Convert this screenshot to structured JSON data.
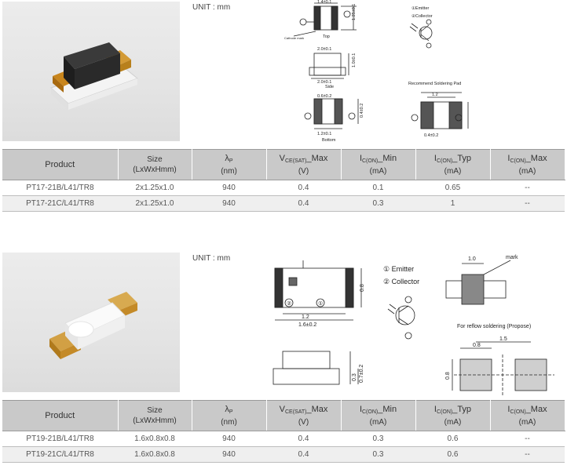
{
  "columns": {
    "product": "Product",
    "size_line1": "Size",
    "size_line2": "(LxWxHmm)",
    "lambda": "λ",
    "lambda_sub": "P",
    "lambda_unit": "(nm)",
    "vce_main": "V",
    "vce_sub": "CE(SAT)",
    "vce_suffix": "_Max",
    "vce_unit": "(V)",
    "icmin_main": "I",
    "icmin_sub": "C(ON)",
    "icmin_suffix": "_Min",
    "icmin_unit": "(mA)",
    "ictyp_main": "I",
    "ictyp_sub": "C(ON)",
    "ictyp_suffix": "_Typ",
    "ictyp_unit": "(mA)",
    "icmax_main": "I",
    "icmax_sub": "C(ON)",
    "icmax_suffix": "_Max",
    "icmax_unit": "(mA)"
  },
  "pt17": {
    "unit_label": "UNIT : mm",
    "drawing": {
      "legend_1": "①Emitter",
      "legend_2": "②Collector",
      "top_label": "Top",
      "side_label": "Side",
      "bottom_label": "Bottom",
      "pad_title": "Recommend Soldering Pad",
      "polarity": "Cathode mark",
      "dim_a": "1.4±0.1",
      "dim_b": "1.25±0.1",
      "dim_c": "2.0±0.1",
      "dim_d": "2.0±0.1",
      "dim_e": "1.0±0.1",
      "dim_f": "0.6±0.2",
      "dim_g": "1.2±0.1",
      "dim_h": "1.2",
      "dim_i": "0.4±0.2"
    },
    "rows": [
      {
        "product": "PT17-21B/L41/TR8",
        "size": "2x1.25x1.0",
        "lambda": "940",
        "vce": "0.4",
        "icmin": "0.1",
        "ictyp": "0.65",
        "icmax": "--"
      },
      {
        "product": "PT17-21C/L41/TR8",
        "size": "2x1.25x1.0",
        "lambda": "940",
        "vce": "0.4",
        "icmin": "0.3",
        "ictyp": "1",
        "icmax": "--"
      }
    ]
  },
  "pt19": {
    "unit_label": "UNIT : mm",
    "drawing": {
      "legend_1": "① Emitter",
      "legend_2": "② Collector",
      "mark": "mark",
      "reflow": "For reflow soldering (Propose)",
      "dim_a": "1.2",
      "dim_b": "1.6±0.2",
      "dim_c": "0.8",
      "dim_d": "0.3",
      "dim_e": "0.7±0.2",
      "dim_f": "1.0",
      "dim_g": "0.8",
      "dim_h": "1.5",
      "dim_i": "0.8",
      "pin_1": "①",
      "pin_2": "②"
    },
    "rows": [
      {
        "product": "PT19-21B/L41/TR8",
        "size": "1.6x0.8x0.8",
        "lambda": "940",
        "vce": "0.4",
        "icmin": "0.3",
        "ictyp": "0.6",
        "icmax": "--"
      },
      {
        "product": "PT19-21C/L41/TR8",
        "size": "1.6x0.8x0.8",
        "lambda": "940",
        "vce": "0.4",
        "icmin": "0.3",
        "ictyp": "0.6",
        "icmax": "--"
      }
    ]
  }
}
